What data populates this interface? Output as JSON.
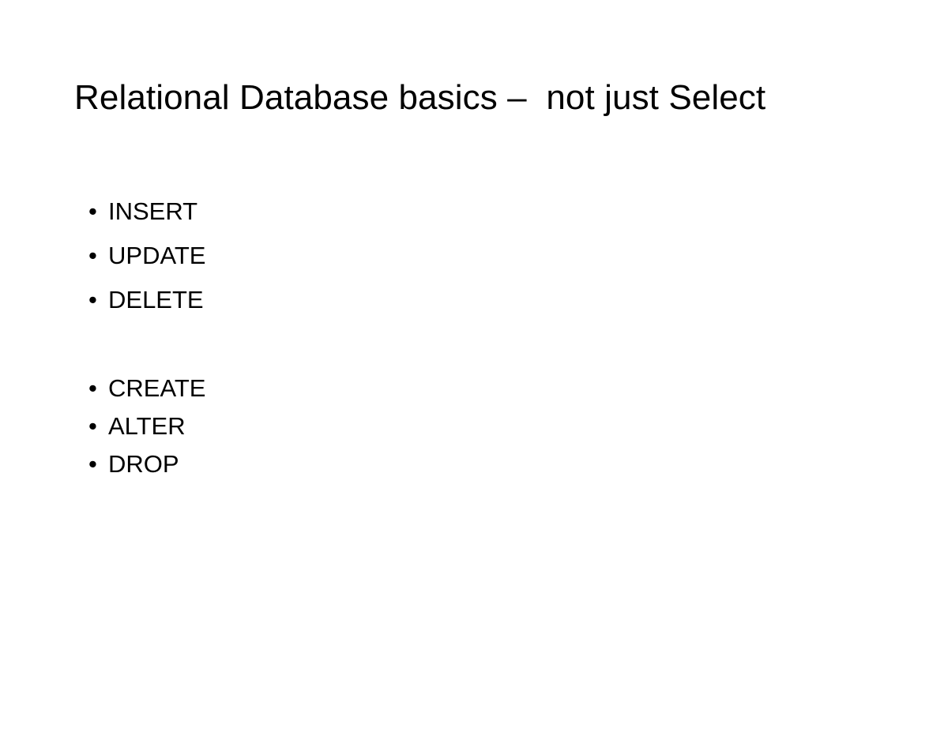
{
  "slide": {
    "title": "Relational Database basics –  not just Select",
    "bullet_symbol": "•",
    "groups": [
      {
        "items": [
          "INSERT",
          "UPDATE",
          "DELETE"
        ]
      },
      {
        "items": [
          "CREATE",
          "ALTER",
          "DROP"
        ]
      }
    ]
  }
}
